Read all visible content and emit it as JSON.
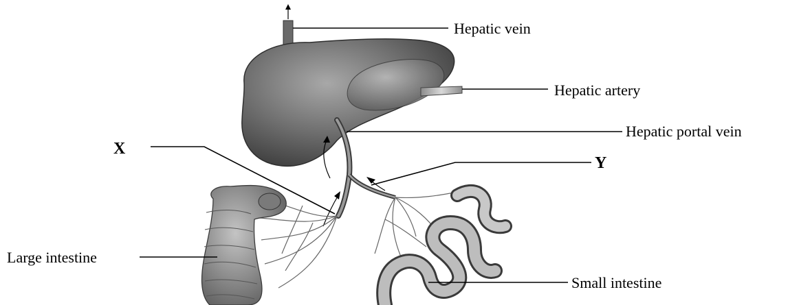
{
  "diagram": {
    "labels": {
      "hepatic_vein": "Hepatic vein",
      "hepatic_artery": "Hepatic artery",
      "hepatic_portal_vein": "Hepatic portal vein",
      "x": "X",
      "y": "Y",
      "large_intestine": "Large intestine",
      "small_intestine": "Small intestine"
    },
    "colors": {
      "liver": "#6f6f6f",
      "organ_shadow": "#4a4a4a",
      "vessel": "#555555",
      "intestine": "#9a9a9a"
    }
  }
}
